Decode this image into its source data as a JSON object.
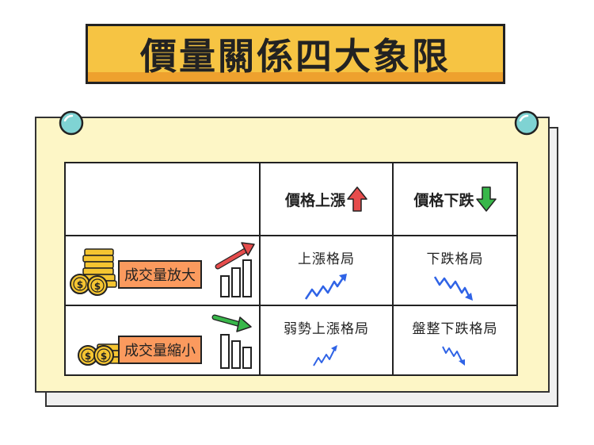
{
  "title": "價量關係四大象限",
  "header": {
    "price_up": "價格上漲",
    "price_down": "價格下跌",
    "price_up_icon": "red-up-arrow-icon",
    "price_down_icon": "green-down-arrow-icon"
  },
  "rows": [
    {
      "label": "成交量放大",
      "icons": [
        "coin-stack-icon",
        "bar-chart-rising-icon",
        "red-trend-arrow-icon"
      ],
      "cells": [
        "上漲格局",
        "下跌格局"
      ]
    },
    {
      "label": "成交量縮小",
      "icons": [
        "coin-stack-icon",
        "bar-chart-falling-icon",
        "green-trend-arrow-icon"
      ],
      "cells": [
        "弱勢上漲格局",
        "盤整下跌格局"
      ]
    }
  ],
  "colors": {
    "title_bg": "#f6c443",
    "title_band": "#eea12e",
    "board_bg": "#fdf6c6",
    "label_bg": "#fb9a5e",
    "up_red": "#e64c4c",
    "down_green": "#38b74a",
    "trend_blue": "#2f63e6",
    "pin": "#7fd3d3",
    "coin": "#f5c531"
  }
}
